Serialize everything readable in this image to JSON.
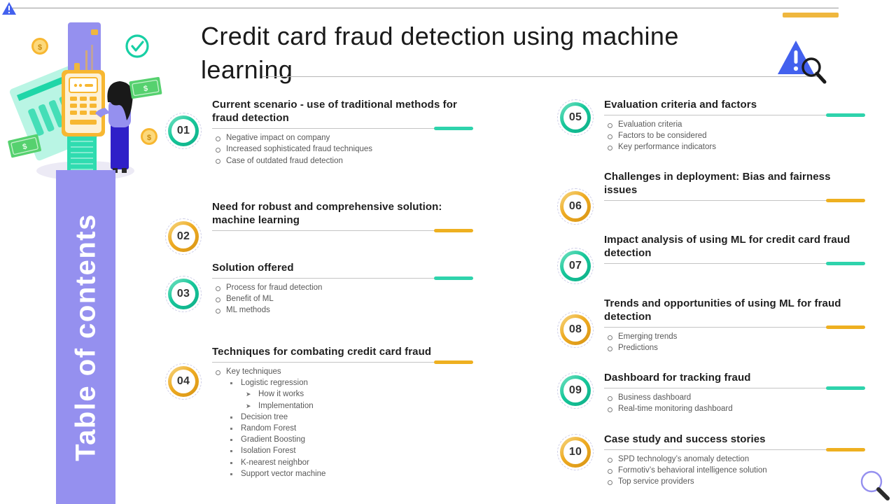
{
  "header": {
    "title": "Credit card fraud detection using machine learning",
    "warning_icon": "warning-triangle-icon",
    "magnifier_icon": "magnifier-icon",
    "accent_color": "#efb73e"
  },
  "sidebar": {
    "label": "Table of contents",
    "band_color": "#9590ef",
    "illustration": "card-payment-terminal-illustration"
  },
  "theme": {
    "teal": "#2ed3ac",
    "gold": "#eeb020",
    "purple": "#9590ef",
    "blue": "#4361ee"
  },
  "columns": {
    "left": [
      {
        "number": "01",
        "color": "teal",
        "title": "Current scenario - use of traditional methods for fraud detection",
        "bullets": [
          {
            "text": "Negative  impact on company"
          },
          {
            "text": "Increased  sophisticated fraud  techniques"
          },
          {
            "text": "Case of outdated fraud  detection"
          }
        ]
      },
      {
        "number": "02",
        "color": "gold",
        "title": "Need for robust and comprehensive solution: machine learning",
        "bullets": []
      },
      {
        "number": "03",
        "color": "teal",
        "title": "Solution offered",
        "bullets": [
          {
            "text": "Process for fraud  detection"
          },
          {
            "text": "Benefit of ML"
          },
          {
            "text": "ML methods"
          }
        ]
      },
      {
        "number": "04",
        "color": "gold",
        "title": "Techniques for combating credit card fraud",
        "bullets": [
          {
            "text": "Key techniques",
            "children": [
              {
                "text": "Logistic regression",
                "children": [
                  {
                    "text": "How it works"
                  },
                  {
                    "text": "Implementation"
                  }
                ]
              },
              {
                "text": "Decision tree"
              },
              {
                "text": "Random Forest"
              },
              {
                "text": "Gradient Boosting"
              },
              {
                "text": "Isolation Forest"
              },
              {
                "text": "K-nearest neighbor"
              },
              {
                "text": "Support vector  machine"
              }
            ]
          }
        ]
      }
    ],
    "right": [
      {
        "number": "05",
        "color": "teal",
        "title": "Evaluation criteria and factors",
        "bullets": [
          {
            "text": "Evaluation  criteria"
          },
          {
            "text": "Factors to be considered"
          },
          {
            "text": "Key performance  indicators"
          }
        ]
      },
      {
        "number": "06",
        "color": "gold",
        "title": "Challenges in deployment: Bias and fairness issues",
        "bullets": []
      },
      {
        "number": "07",
        "color": "teal",
        "title": "Impact analysis of using ML for credit card fraud detection",
        "bullets": []
      },
      {
        "number": "08",
        "color": "gold",
        "title": "Trends and opportunities of using ML for fraud detection",
        "bullets": [
          {
            "text": "Emerging trends"
          },
          {
            "text": "Predictions"
          }
        ]
      },
      {
        "number": "09",
        "color": "teal",
        "title": "Dashboard for tracking fraud",
        "bullets": [
          {
            "text": "Business dashboard"
          },
          {
            "text": "Real-time  monitoring dashboard"
          }
        ]
      },
      {
        "number": "10",
        "color": "gold",
        "title": "Case study and success stories",
        "bullets": [
          {
            "text": "SPD technology’s  anomaly detection"
          },
          {
            "text": "Formotiv’s  behavioral  intelligence solution"
          },
          {
            "text": "Top service  providers"
          }
        ]
      }
    ]
  }
}
